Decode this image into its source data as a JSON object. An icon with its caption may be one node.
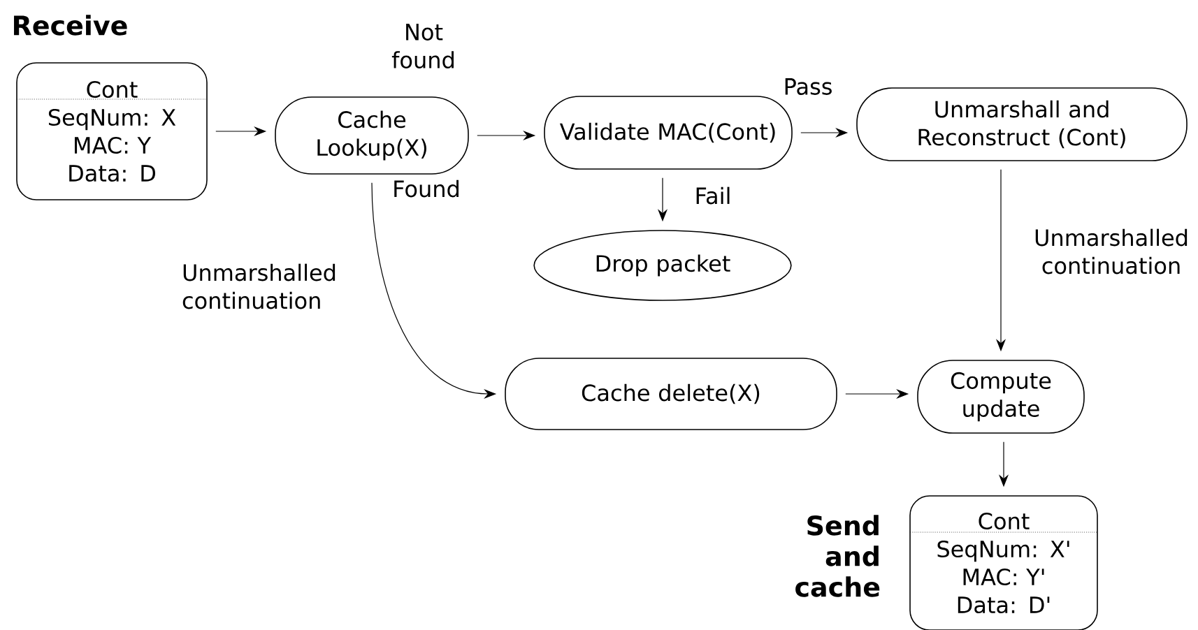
{
  "diagram": {
    "nodes": [
      {
        "text": [
          "Cont",
          "SeqNum: X",
          "MAC: Y",
          "Data: D"
        ],
        "beside": [
          "Receive"
        ]
      },
      {
        "text": [
          "Cache Lookup(X)"
        ]
      },
      {
        "text": [
          "Validate MAC(Cont)"
        ]
      },
      {
        "text": [
          "Unmarshall and Reconstruct (Cont)"
        ]
      },
      {
        "text": [
          "Drop packet"
        ]
      },
      {
        "text": [
          "Cache delete(X)"
        ]
      },
      {
        "text": [
          "Compute update"
        ]
      },
      {
        "text": [
          "Cont",
          "SeqNum: X'",
          "MAC: Y'",
          "Data: D'"
        ],
        "beside": [
          "Send and cache"
        ]
      }
    ],
    "edges": [
      {
        "from": 0,
        "to": 1,
        "arrow": "to"
      },
      {
        "from": 1,
        "to": 2,
        "arrow": "to",
        "label": "Not found"
      },
      {
        "from": 2,
        "to": 3,
        "arrow": "to",
        "label": "Pass"
      },
      {
        "from": 2,
        "to": 4,
        "arrow": "to",
        "label": "Fail"
      },
      {
        "from": 1,
        "to": 5,
        "arrow": "to",
        "label": "Found"
      },
      {
        "from": 3,
        "to": 6,
        "arrow": "to",
        "label": "Unmarshalled continuation"
      },
      {
        "from": 5,
        "to": 6,
        "arrow": "to"
      },
      {
        "from": 6,
        "to": 7,
        "arrow": "to"
      }
    ],
    "labels": [
      "Unmarshalled continuation"
    ]
  }
}
